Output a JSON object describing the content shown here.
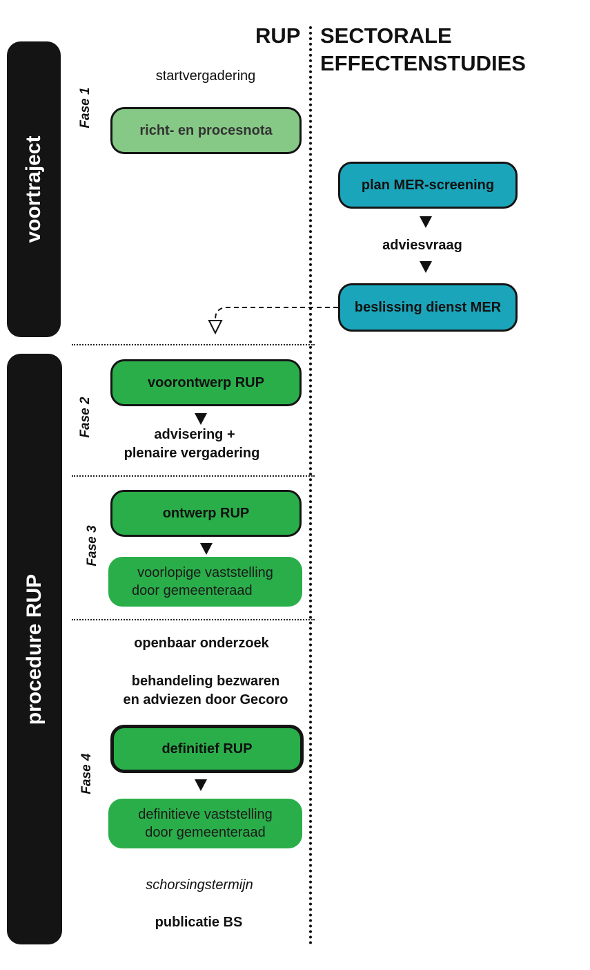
{
  "header": {
    "rup": "RUP",
    "sectoral_line1": "SECTORALE",
    "sectoral_line2": "EFFECTENSTUDIES"
  },
  "sidebars": {
    "voortraject": "voortraject",
    "procedure": "procedure RUP"
  },
  "phases": {
    "fase1": "Fase 1",
    "fase2": "Fase 2",
    "fase3": "Fase 3",
    "fase4": "Fase 4"
  },
  "rup_column": {
    "startvergadering": "startvergadering",
    "richt_procesnota": "richt- en procesnota",
    "voorontwerp": "voorontwerp RUP",
    "advisering_line1": "advisering +",
    "advisering_line2": "plenaire vergadering",
    "ontwerp": "ontwerp RUP",
    "voorlopige_line1": "voorlopige vaststelling",
    "voorlopige_line2": "door gemeenteraad",
    "openbaar_onderzoek": "openbaar onderzoek",
    "behandeling_line1": "behandeling bezwaren",
    "behandeling_line2": "en adviezen door Gecoro",
    "definitief": "definitief RUP",
    "definitieve_line1": "definitieve vaststelling",
    "definitieve_line2": "door gemeenteraad",
    "schorsingstermijn": "schorsingstermijn",
    "publicatie": "publicatie BS"
  },
  "sectoral_column": {
    "plan_mer": "plan MER-screening",
    "adviesvraag": "adviesvraag",
    "beslissing": "beslissing dienst MER"
  },
  "colors": {
    "dark_green": "#2aae4a",
    "light_green": "#86c886",
    "teal": "#1ba5bb",
    "sidebar": "#141414"
  }
}
